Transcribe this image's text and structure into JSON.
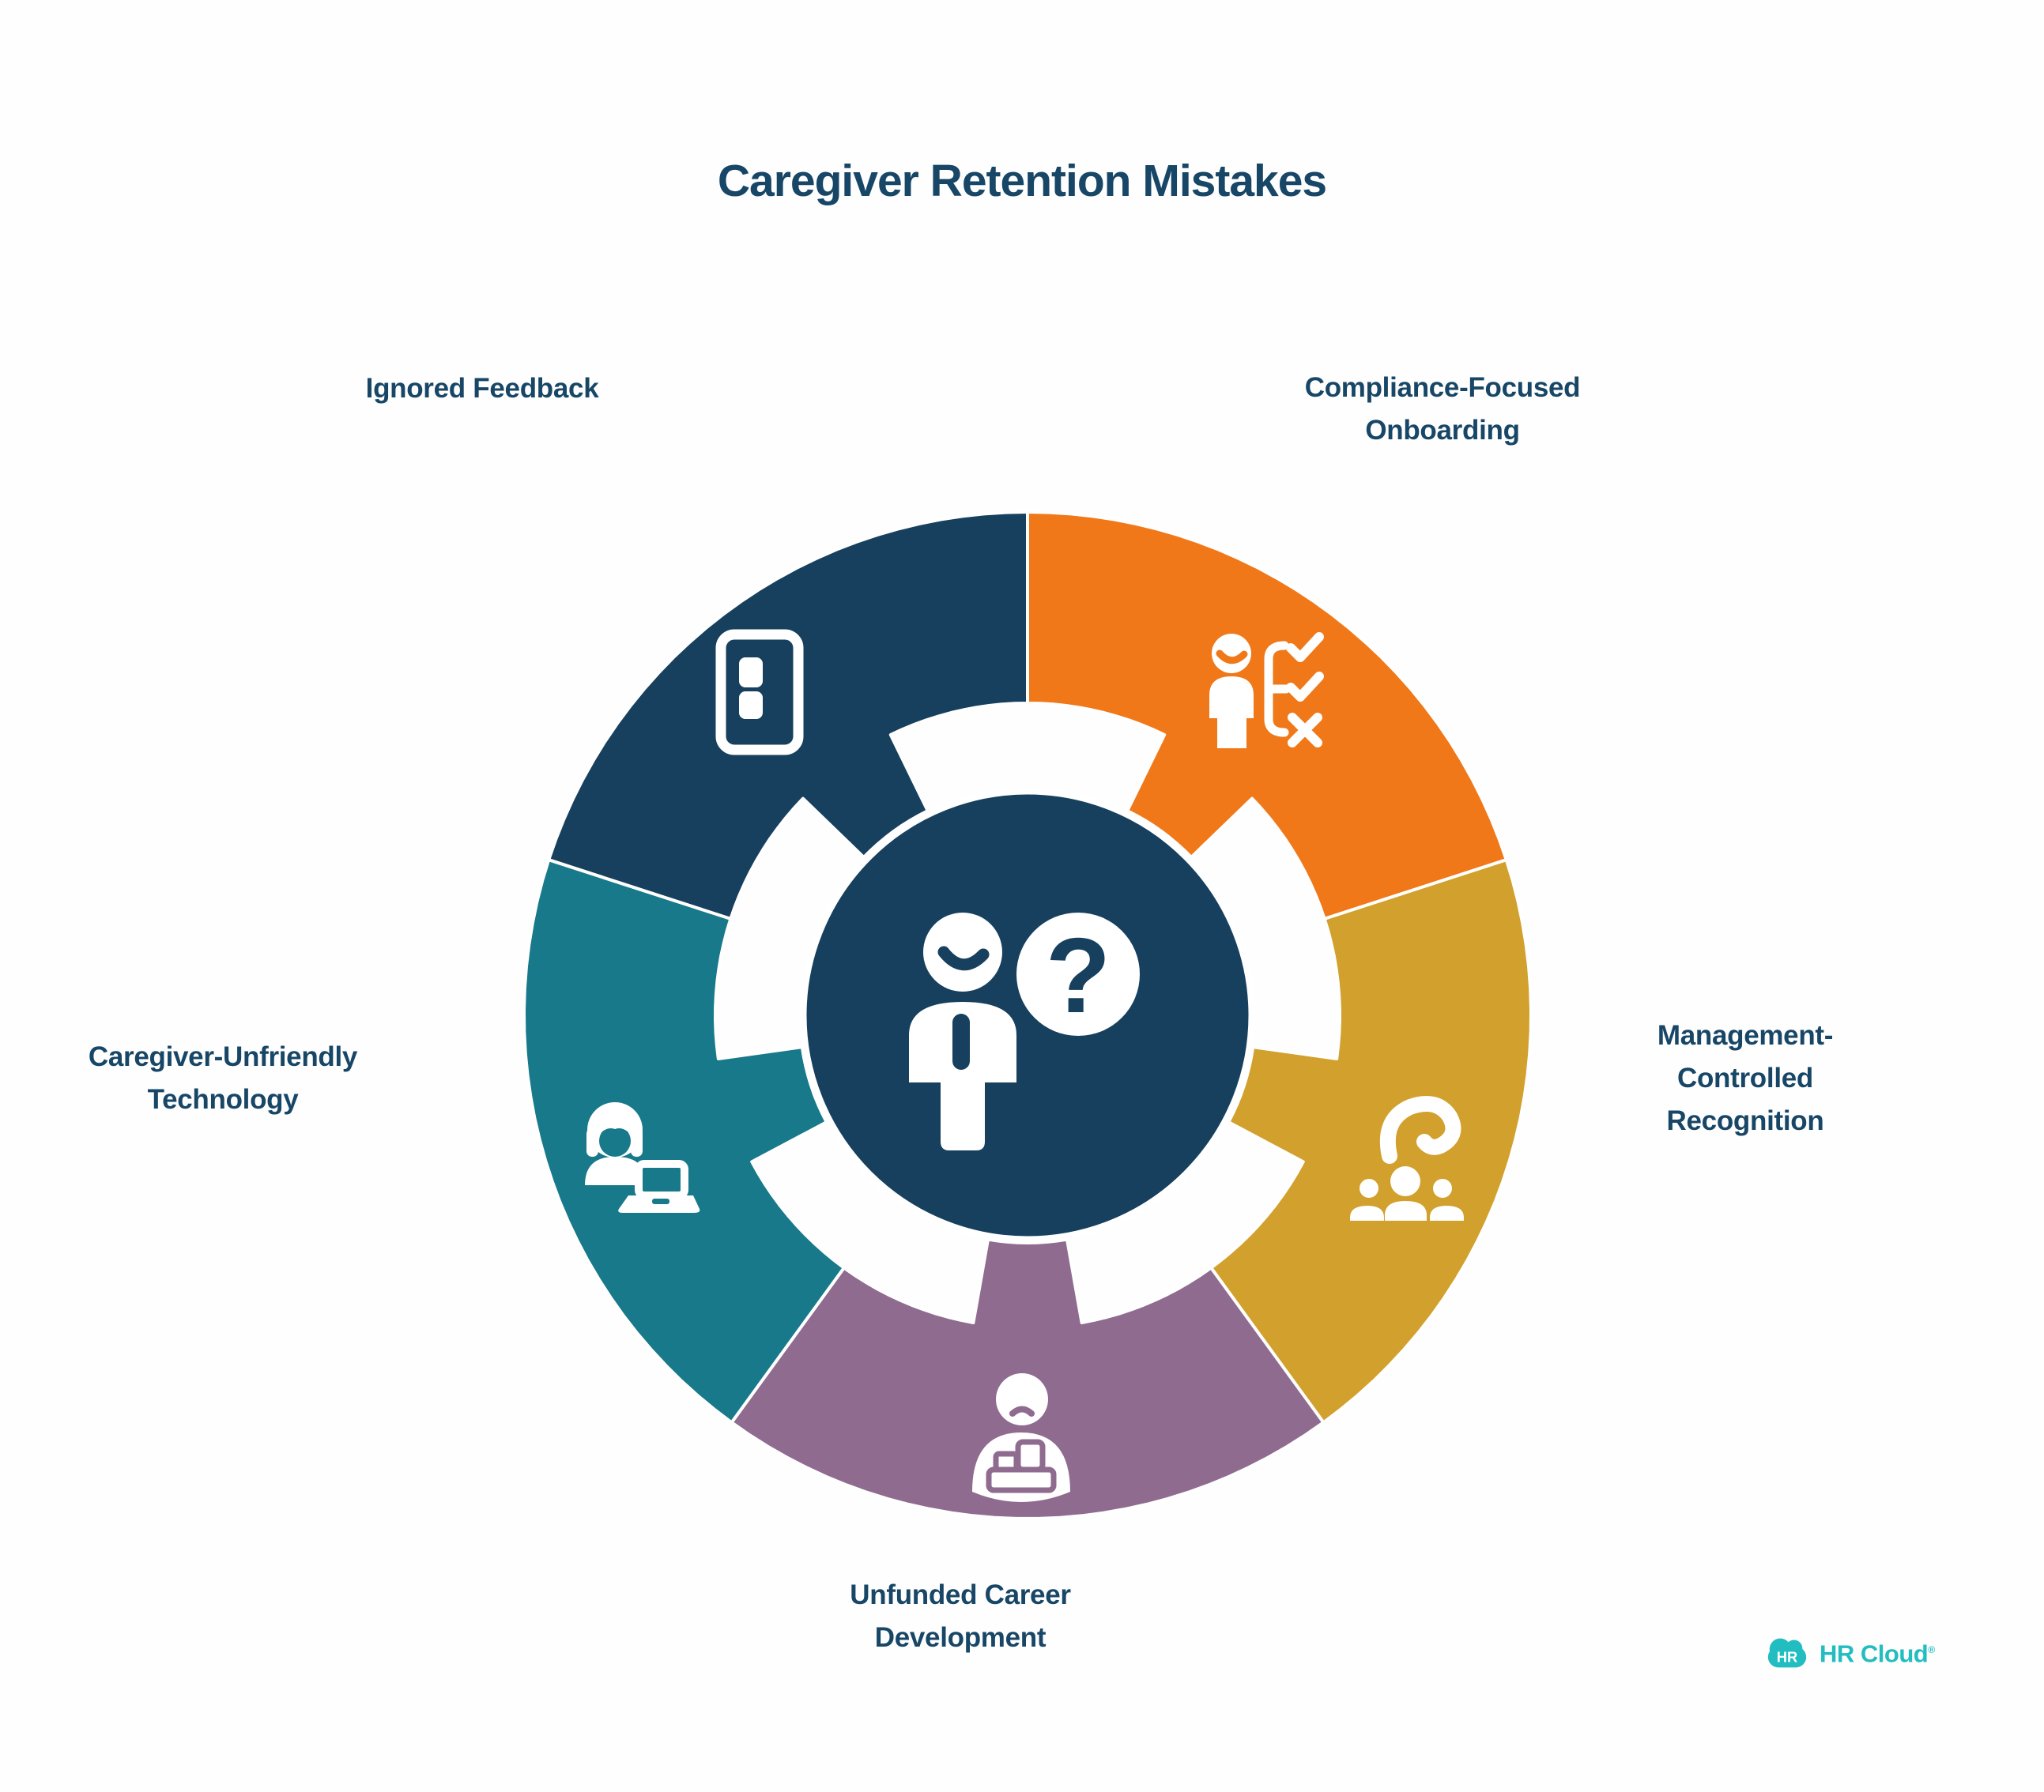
{
  "title": "Caregiver Retention Mistakes",
  "background": "#fefefe",
  "text_color": "#174666",
  "center": {
    "symbol": "?"
  },
  "wheel": {
    "center_color": "#16405E",
    "segments": [
      {
        "id": "ignored-feedback",
        "label": "Ignored Feedback",
        "color": "#16405E",
        "icon": "feedback-phone-icon"
      },
      {
        "id": "compliance-focused-onboarding",
        "label": "Compliance-Focused\nOnboarding",
        "color": "#F07818",
        "icon": "onboarding-checklist-icon"
      },
      {
        "id": "management-controlled-recognition",
        "label": "Management-\nControlled Recognition",
        "color": "#D2A02C",
        "icon": "recognition-question-icon"
      },
      {
        "id": "unfunded-career-development",
        "label": "Unfunded Career\nDevelopment",
        "color": "#8F6B90",
        "icon": "sad-employee-desk-icon"
      },
      {
        "id": "caregiver-unfriendly-technology",
        "label": "Caregiver-Unfriendly\nTechnology",
        "color": "#17798A",
        "icon": "woman-laptop-icon"
      }
    ]
  },
  "logo": {
    "badge_text": "HR",
    "brand_name": "HR Cloud",
    "registered_mark": "®",
    "color": "#22BDC1"
  }
}
